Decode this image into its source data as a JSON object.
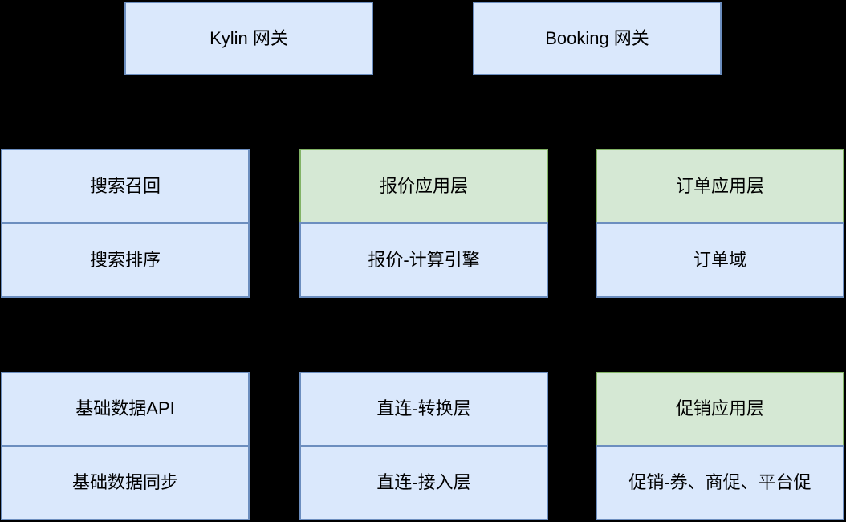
{
  "colors": {
    "background": "#000000",
    "blue_fill": "#dae8fc",
    "blue_border": "#6c8ebf",
    "green_fill": "#d5e8d4",
    "green_border": "#82b366",
    "text": "#000000"
  },
  "diagram": {
    "gateways": {
      "kylin": "Kylin 网关",
      "booking": "Booking 网关"
    },
    "search": {
      "recall": "搜索召回",
      "ranking": "搜索排序"
    },
    "quote": {
      "app_layer": "报价应用层",
      "calc_engine": "报价-计算引擎"
    },
    "order": {
      "app_layer": "订单应用层",
      "domain": "订单域"
    },
    "base_data": {
      "api": "基础数据API",
      "sync": "基础数据同步"
    },
    "direct_connect": {
      "transform_layer": "直连-转换层",
      "access_layer": "直连-接入层"
    },
    "promotion": {
      "app_layer": "促销应用层",
      "detail": "促销-券、商促、平台促"
    }
  }
}
